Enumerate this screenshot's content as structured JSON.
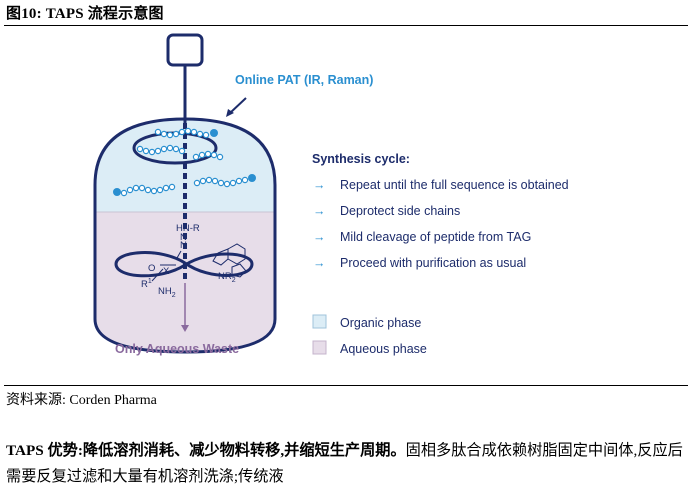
{
  "figure": {
    "title": "图10:  TAPS 流程示意图",
    "colors": {
      "brand": "#1d2c6b",
      "accent": "#2a8fd0",
      "organic": "#dcedf6",
      "aqueous": "#e7dde9",
      "waste": "#8a6a9e"
    },
    "diagram": {
      "pat_label": "Online PAT (IR, Raman)",
      "cycle_title": "Synthesis cycle:",
      "steps": [
        "Repeat until the full sequence is obtained",
        "Deprotect side chains",
        "Mild cleavage of peptide from TAG",
        "Proceed with purification as usual"
      ],
      "legend": [
        "Organic phase",
        "Aqueous phase"
      ],
      "waste_label": "Only Aqueous Waste",
      "chem": {
        "hn_r": "HN-R",
        "n_lower": "N",
        "n_upper": "N",
        "o": "O",
        "x": "X",
        "r1": "R",
        "r1_sup": "1",
        "nh2": "NH",
        "nh2_sub": "2",
        "nr2": "NR",
        "nr2_sub": "2"
      }
    }
  },
  "source": "资料来源:  Corden Pharma",
  "body": {
    "lead": "TAPS 优势:降低溶剂消耗、减少物料转移,并缩短生产周期。",
    "text": "固相多肽合成依赖树脂固定中间体,反应后需要反复过滤和大量有机溶剂洗涤;传统液"
  }
}
